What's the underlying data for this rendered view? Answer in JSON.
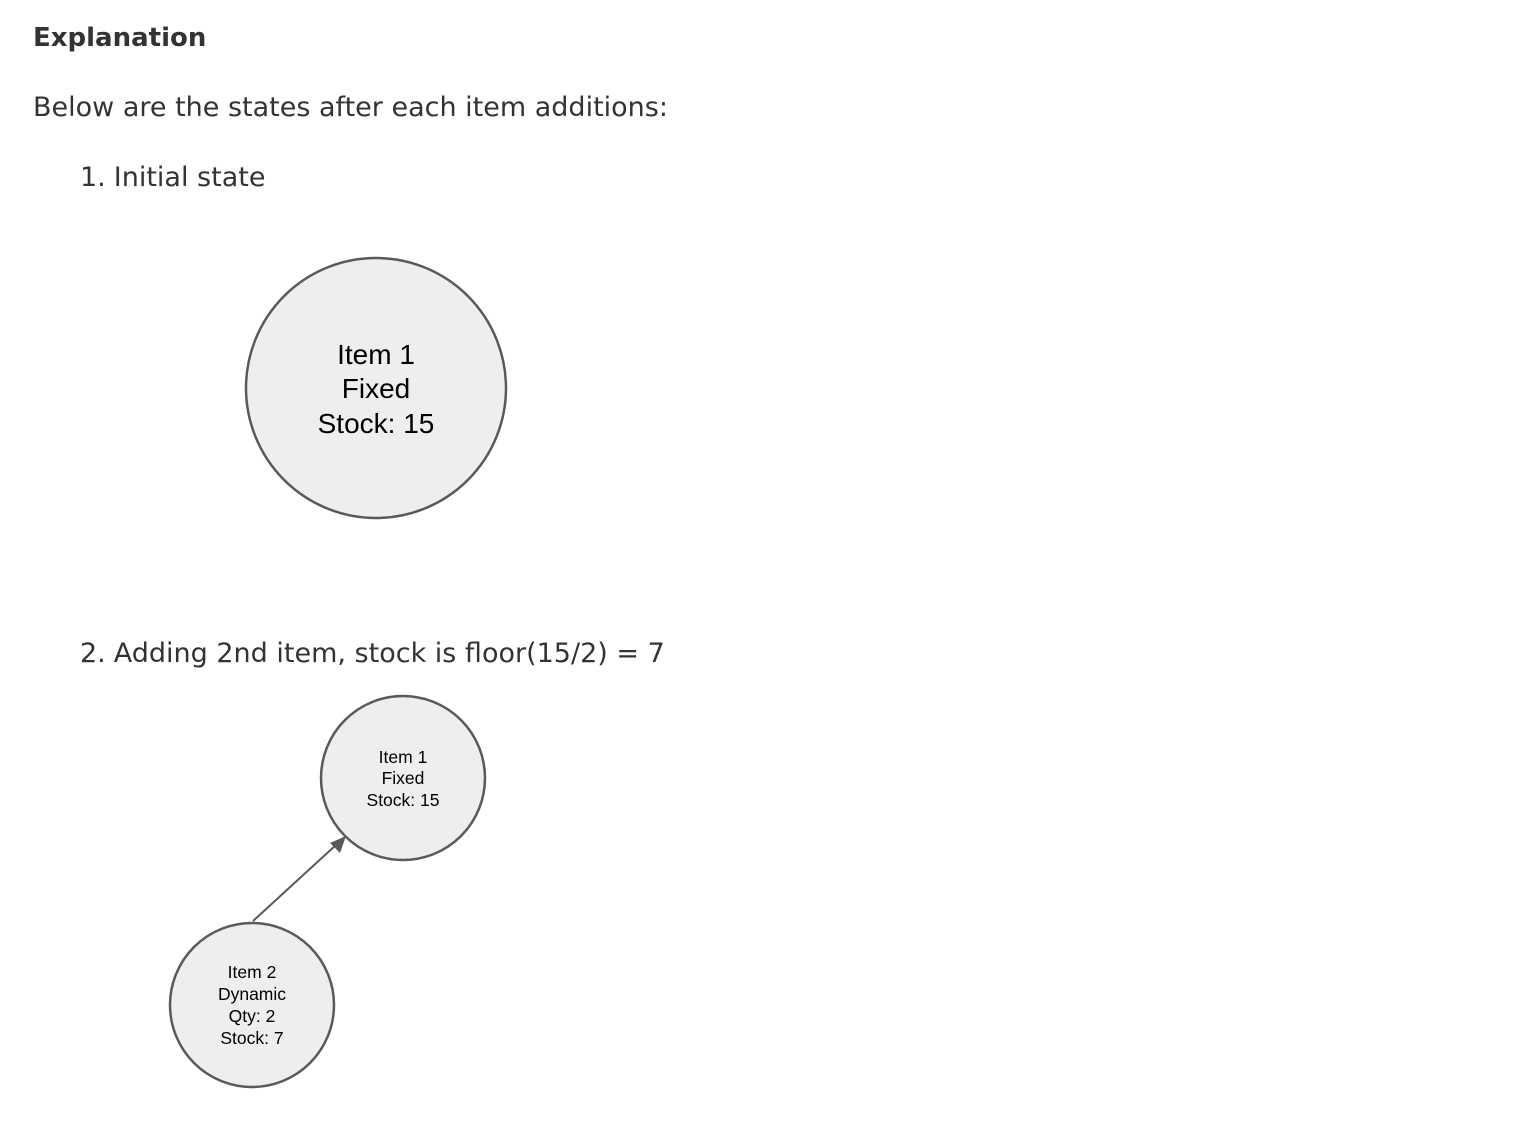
{
  "heading": "Explanation",
  "intro": "Below are the states after each item additions:",
  "steps": [
    {
      "number": "1.",
      "text": "Initial state",
      "nodes": [
        {
          "lines": [
            "Item 1",
            "Fixed",
            "Stock: 15"
          ]
        }
      ]
    },
    {
      "number": "2.",
      "text": "Adding 2nd item, stock is floor(15/2) = 7",
      "nodes": [
        {
          "lines": [
            "Item 1",
            "Fixed",
            "Stock: 15"
          ]
        },
        {
          "lines": [
            "Item 2",
            "Dynamic",
            "Qty: 2",
            "Stock: 7"
          ]
        }
      ],
      "edges": [
        {
          "from": "Item 2",
          "to": "Item 1"
        }
      ]
    }
  ],
  "colors": {
    "node_fill": "#eeeeee",
    "node_stroke": "#595959",
    "text": "#333333"
  }
}
